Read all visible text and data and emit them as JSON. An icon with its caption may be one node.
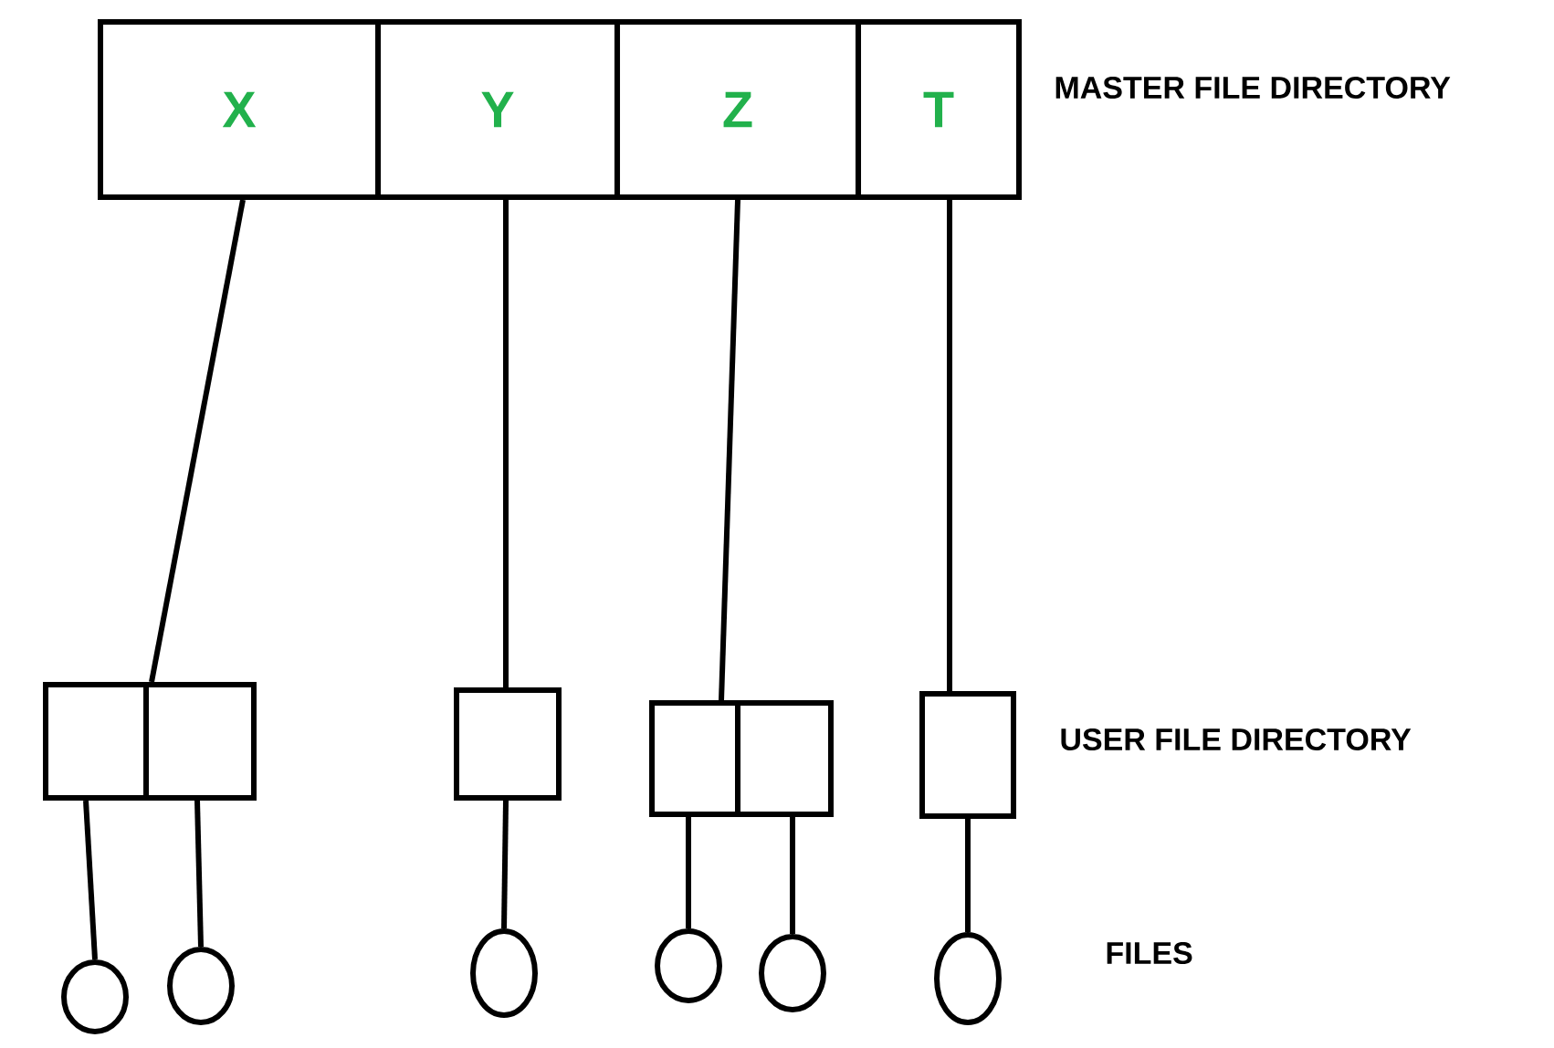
{
  "diagram": {
    "nodes": [
      {
        "text": [
          "X"
        ]
      },
      {
        "text": [
          "Y"
        ]
      },
      {
        "text": [
          "Z"
        ]
      },
      {
        "text": [
          "T"
        ]
      },
      {
        "text": [],
        "shape": "box"
      },
      {
        "text": [],
        "shape": "box"
      },
      {
        "text": [],
        "shape": "box"
      },
      {
        "text": [],
        "shape": "box"
      },
      {
        "text": [],
        "shape": "box"
      },
      {
        "text": [],
        "shape": "box"
      },
      {
        "text": [],
        "shape": "circle"
      },
      {
        "text": [],
        "shape": "circle"
      },
      {
        "text": [],
        "shape": "circle"
      },
      {
        "text": [],
        "shape": "circle"
      },
      {
        "text": [],
        "shape": "circle"
      },
      {
        "text": [],
        "shape": "circle"
      }
    ],
    "edges": [
      {
        "from": 0,
        "to": 4,
        "arrow": "none"
      },
      {
        "from": 1,
        "to": 6,
        "arrow": "none"
      },
      {
        "from": 2,
        "to": 7,
        "arrow": "none"
      },
      {
        "from": 3,
        "to": 9,
        "arrow": "none"
      },
      {
        "from": 4,
        "to": 10,
        "arrow": "none"
      },
      {
        "from": 5,
        "to": 11,
        "arrow": "none"
      },
      {
        "from": 6,
        "to": 12,
        "arrow": "none"
      },
      {
        "from": 7,
        "to": 13,
        "arrow": "none"
      },
      {
        "from": 8,
        "to": 14,
        "arrow": "none"
      },
      {
        "from": 9,
        "to": 15,
        "arrow": "none"
      }
    ],
    "labels": [
      "MASTER FILE DIRECTORY",
      "USER FILE DIRECTORY",
      "FILES"
    ]
  }
}
